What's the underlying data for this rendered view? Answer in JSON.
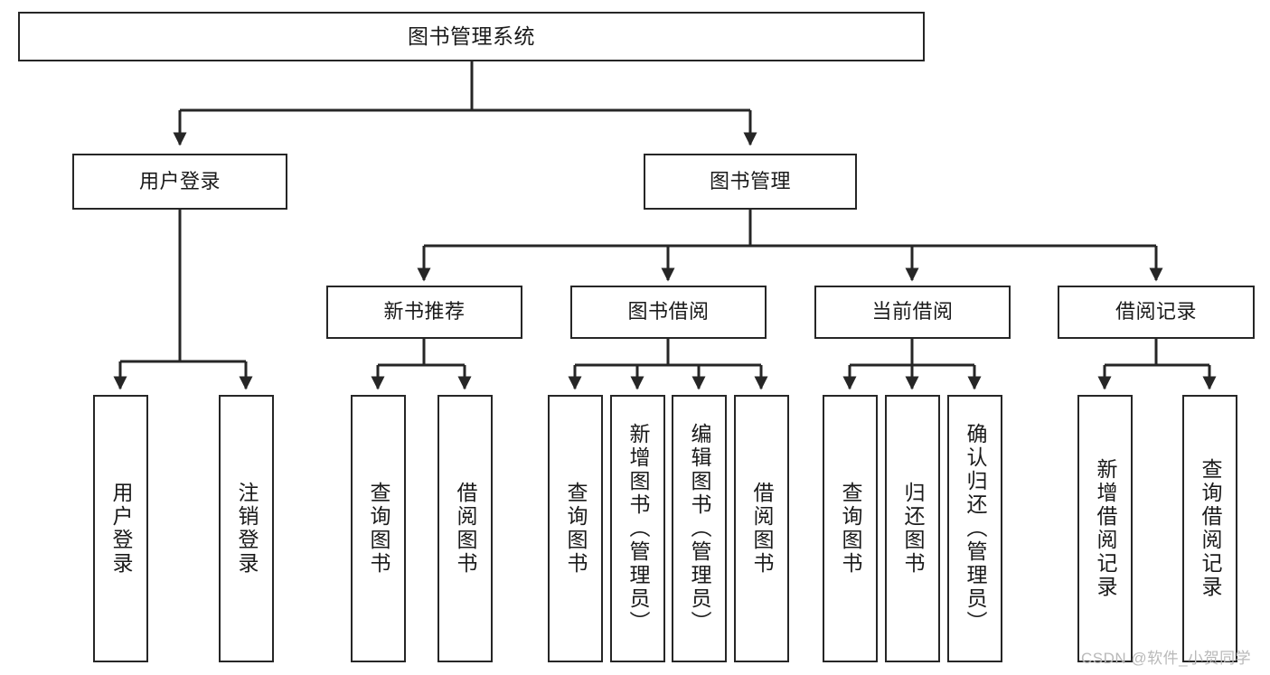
{
  "diagram": {
    "title": "图书管理系统",
    "type": "hierarchy-tree",
    "orientation": "top-down",
    "levels": 4
  },
  "root": {
    "label": "图书管理系统"
  },
  "level2": [
    {
      "label": "用户登录"
    },
    {
      "label": "图书管理"
    }
  ],
  "level3": [
    {
      "label": "新书推荐"
    },
    {
      "label": "图书借阅"
    },
    {
      "label": "当前借阅"
    },
    {
      "label": "借阅记录"
    }
  ],
  "leaves": {
    "user_login": [
      {
        "label": "用户登录"
      },
      {
        "label": "注销登录"
      }
    ],
    "new_book_recommend": [
      {
        "label": "查询图书"
      },
      {
        "label": "借阅图书"
      }
    ],
    "book_borrow": [
      {
        "label": "查询图书"
      },
      {
        "label": "新增图书（管理员）"
      },
      {
        "label": "编辑图书（管理员）"
      },
      {
        "label": "借阅图书"
      }
    ],
    "current_borrow": [
      {
        "label": "查询图书"
      },
      {
        "label": "归还图书"
      },
      {
        "label": "确认归还（管理员）"
      }
    ],
    "borrow_record": [
      {
        "label": "新增借阅记录"
      },
      {
        "label": "查询借阅记录"
      }
    ]
  },
  "watermark": {
    "text": "CSDN @软件_小贺同学"
  },
  "colors": {
    "border": "#262626",
    "text": "#1a1a1a",
    "background": "#ffffff",
    "watermark": "#b9b9b9"
  }
}
